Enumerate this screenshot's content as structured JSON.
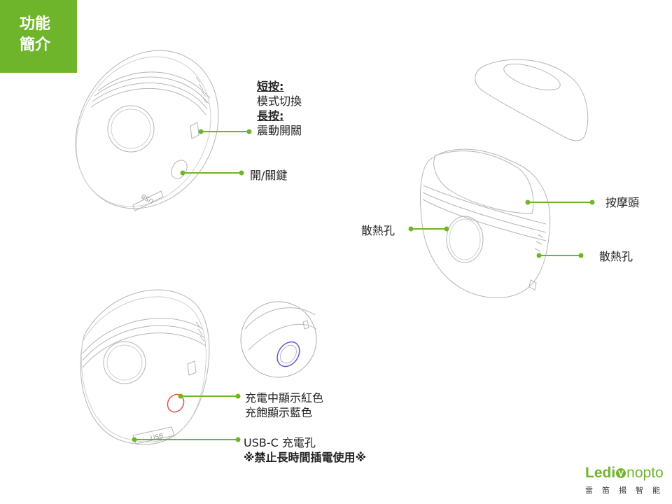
{
  "header": {
    "title": "功能簡介"
  },
  "labels": {
    "short_press_heading": "短按:",
    "short_press_text": "模式切換",
    "long_press_heading": "長按:",
    "long_press_text": "震動開關",
    "power_key": "開/關鍵",
    "massage_head": "按摩頭",
    "vent_left": "散熱孔",
    "vent_right": "散熱孔",
    "charging_red": "充電中顯示紅色",
    "charged_blue": "充飽顯示藍色",
    "usb_port": "USB-C 充電孔",
    "usb_warning": "※禁止長時間插電使用※"
  },
  "device_text": {
    "usb_top": "USB",
    "usb_bottom": "USB"
  },
  "logo": {
    "part1": "Ledi",
    "part2": "nopto",
    "subtitle": "雷笛揚智能"
  },
  "colors": {
    "accent": "#6fb52c",
    "indicator_red": "#e05050",
    "indicator_blue": "#5b5bd0"
  }
}
